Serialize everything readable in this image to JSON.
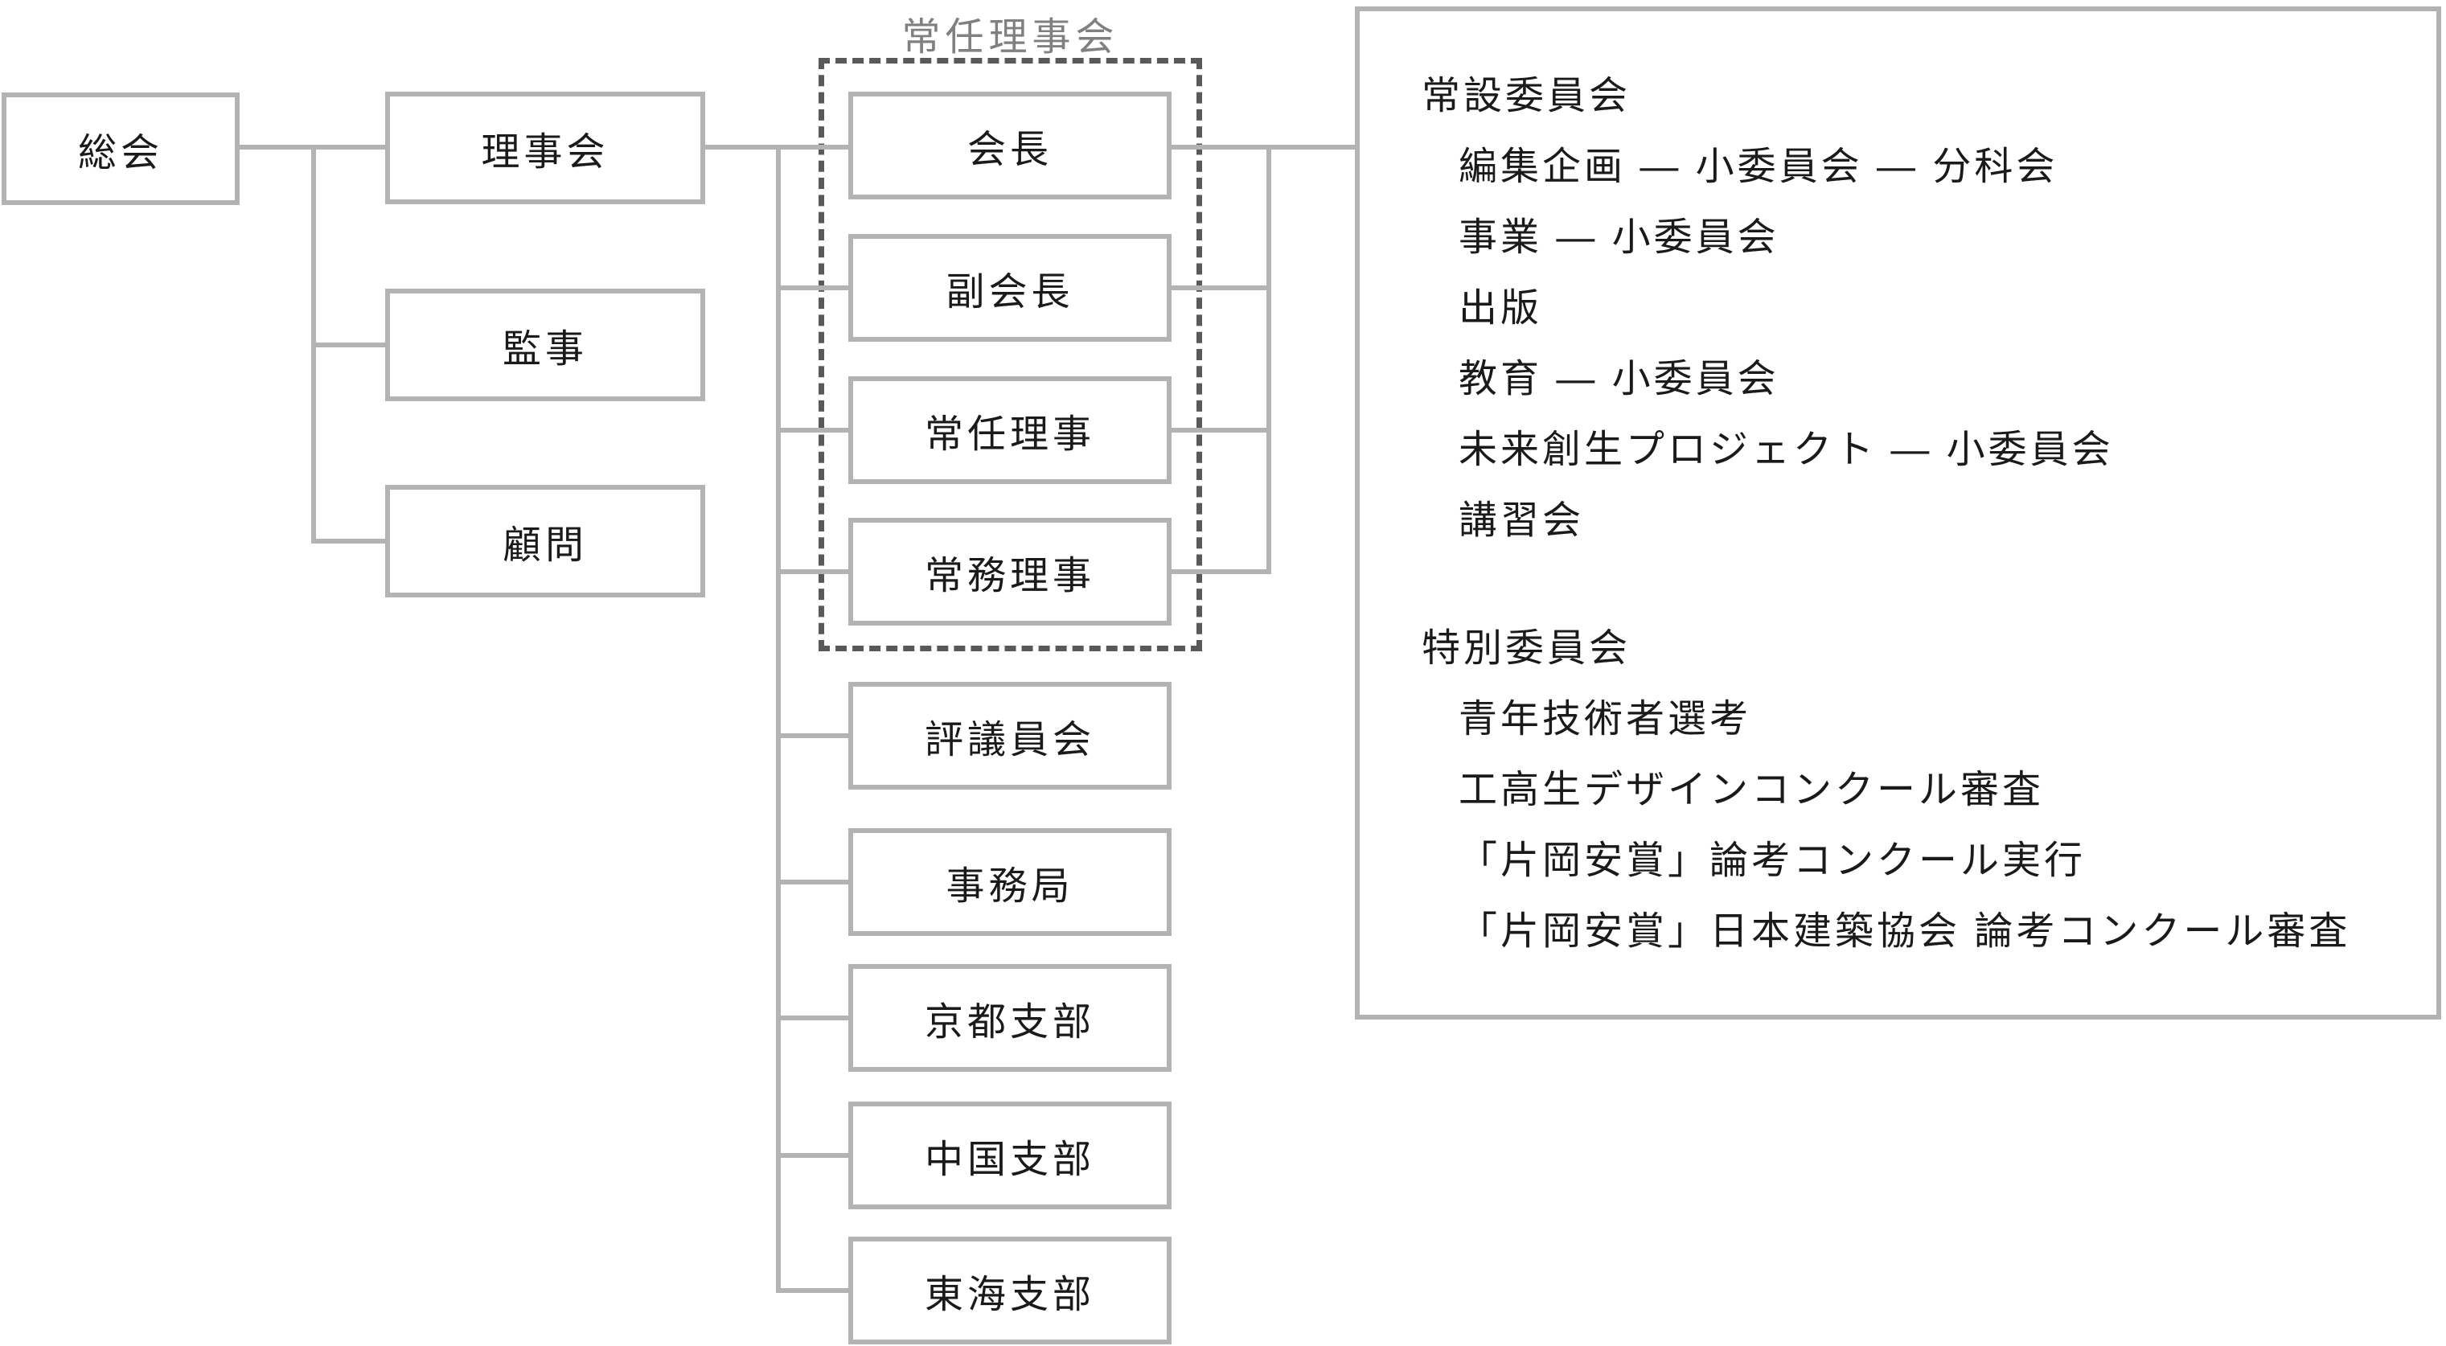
{
  "diagram": {
    "root": {
      "label": "総会"
    },
    "board_column": [
      {
        "label": "理事会"
      },
      {
        "label": "監事"
      },
      {
        "label": "顧問"
      }
    ],
    "executive_board": {
      "group_label": "常任理事会",
      "members": [
        {
          "label": "会長"
        },
        {
          "label": "副会長"
        },
        {
          "label": "常任理事"
        },
        {
          "label": "常務理事"
        }
      ]
    },
    "units": [
      {
        "label": "評議員会"
      },
      {
        "label": "事務局"
      },
      {
        "label": "京都支部"
      },
      {
        "label": "中国支部"
      },
      {
        "label": "東海支部"
      }
    ],
    "committees_panel": {
      "standing": {
        "heading": "常設委員会",
        "items": [
          "編集企画 — 小委員会 — 分科会",
          "事業 — 小委員会",
          "出版",
          "教育 — 小委員会",
          "未来創生プロジェクト — 小委員会",
          "講習会"
        ]
      },
      "special": {
        "heading": "特別委員会",
        "items": [
          "青年技術者選考",
          "工高生デザインコンクール審査",
          "「片岡安賞」論考コンクール実行",
          "「片岡安賞」日本建築協会 論考コンクール審査"
        ]
      }
    }
  },
  "colors": {
    "box_border": "#b3b3b3",
    "connector": "#b3b3b3",
    "dashed_border": "#595959",
    "group_label": "#808080",
    "text": "#1a1a1a",
    "background": "#ffffff"
  }
}
